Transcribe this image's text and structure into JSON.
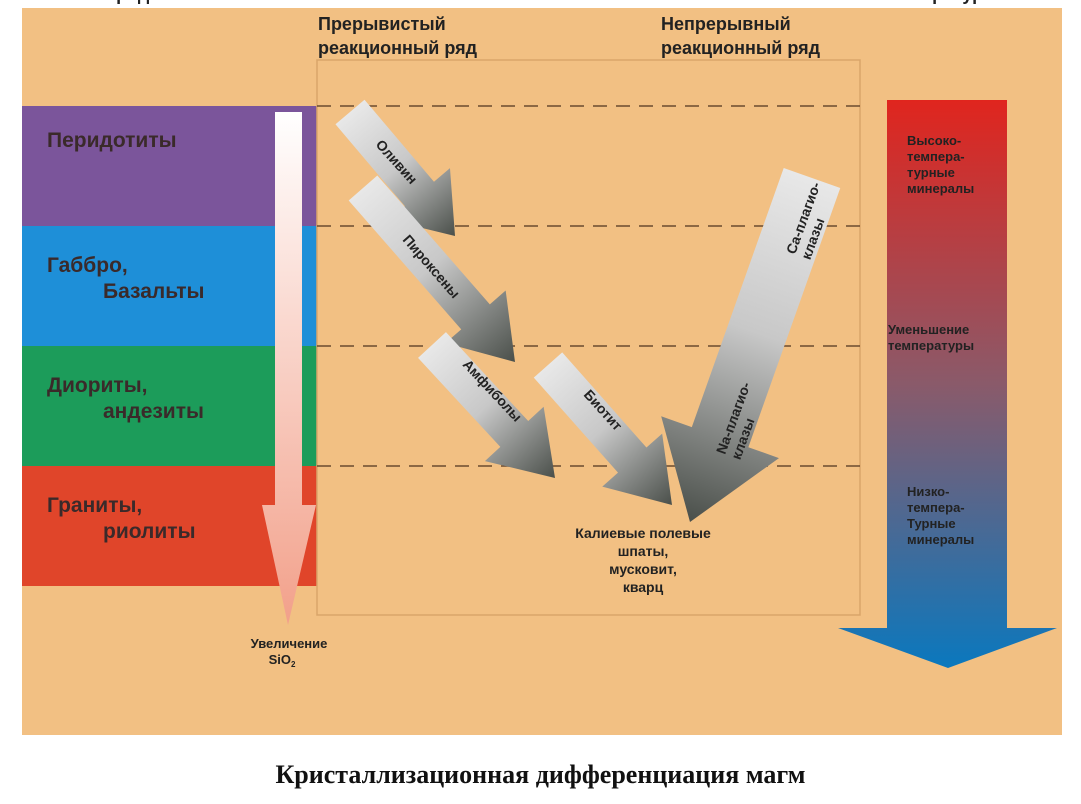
{
  "header": {
    "rock_type": "Тип пород",
    "discontinuous": [
      "Прерывистый",
      "реакционный ряд"
    ],
    "continuous": [
      "Непрерывный",
      "реакционный ряд"
    ],
    "temperature": "Температура"
  },
  "rocks": [
    {
      "lines": [
        "Перидотиты"
      ],
      "color": "#7B559B"
    },
    {
      "lines": [
        "Габбро,",
        "Базальты"
      ],
      "color": "#1E8FD8"
    },
    {
      "lines": [
        "Диориты,",
        "андезиты"
      ],
      "color": "#1C9C5A"
    },
    {
      "lines": [
        "Граниты,",
        "риолиты"
      ],
      "color": "#E0452A"
    }
  ],
  "sio2": {
    "line1": "Увеличение",
    "line2": "SiO",
    "sub": "2"
  },
  "minerals": {
    "olivine": [
      "Оливин"
    ],
    "pyroxene": [
      "Пироксены"
    ],
    "amphibole": [
      "Амфиболы"
    ],
    "biotite": [
      "Биотит"
    ],
    "plagioclase_ca": [
      "Ca-плагио-",
      "клазы"
    ],
    "plagioclase_na": [
      "Na-плагио-",
      "клазы"
    ],
    "final": [
      "Калиевые полевые",
      "шпаты,",
      "мусковит,",
      "кварц"
    ]
  },
  "temperature_labels": {
    "high": [
      "Высоко-",
      "темпера-",
      "турные",
      "минералы"
    ],
    "mid": [
      "Уменьшение",
      "температуры"
    ],
    "low": [
      "Низко-",
      "темпера-",
      "Турные",
      "минералы"
    ]
  },
  "colors": {
    "background": "#F2C083",
    "temp_top": "#E0251E",
    "temp_bottom": "#0A78BE"
  },
  "caption": "Кристаллизационная дифференциация магм"
}
